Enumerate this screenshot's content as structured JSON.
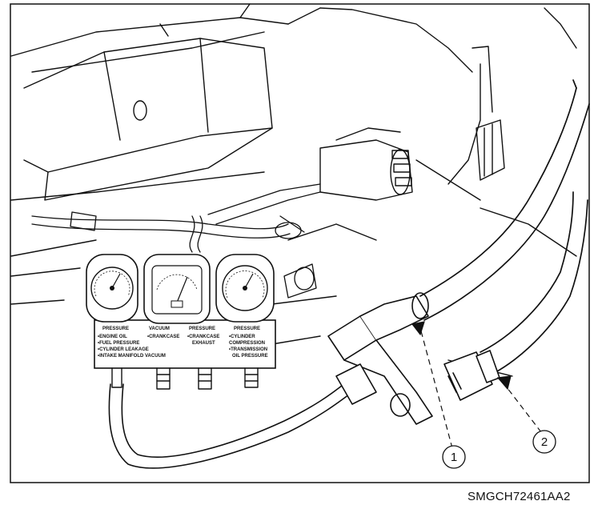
{
  "illustration": {
    "callouts": [
      {
        "label": "1"
      },
      {
        "label": "2"
      }
    ],
    "gauge_block": {
      "column_headings": [
        "PRESSURE",
        "VACUUM",
        "PRESSURE",
        "PRESSURE"
      ],
      "test_labels": [
        [
          "•ENGINE OIL",
          "•FUEL PRESSURE",
          "•CYLINDER LEAKAGE",
          "•INTAKE MANIFOLD VACUUM"
        ],
        [
          "•CRANKCASE"
        ],
        [
          "•CRANKCASE",
          "EXHAUST"
        ],
        [
          "•CYLINDER",
          "COMPRESSION",
          "•TRANSMISSION",
          "OIL PRESSURE"
        ]
      ]
    },
    "figure_code": "SMGCH72461AA2"
  }
}
